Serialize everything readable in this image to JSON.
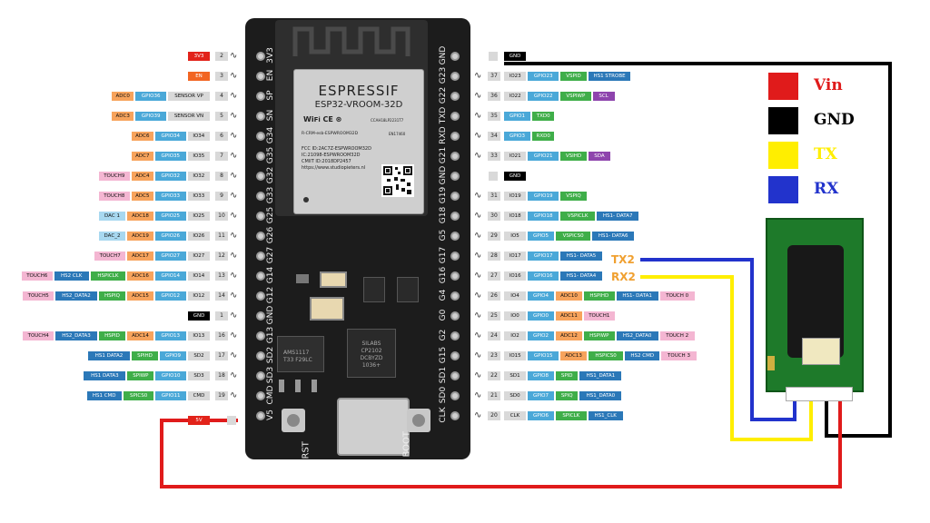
{
  "module": {
    "brand": "ESPRESSIF",
    "model": "ESP32-VROOM-32D",
    "fcc": "FCC ID:2AC7Z-ESPWROOM32D",
    "ic": "IC:21098-ESPWROOM32D",
    "cmiit": "CMIIT ID:2018DP2457",
    "url": "https://www.studiopieters.nl",
    "cert": "R-CRM-esb-ESPWROOM32D",
    "ccah": "CCAH18LP2231T7",
    "ts": "EN17460"
  },
  "board_labels": {
    "rst": "RST",
    "boot": "BOOT",
    "chip": "SILABS\nCP2102\nDCBYZD\n1036+",
    "regulator": "AMS1117\nT33 F29LC"
  },
  "left_header": [
    "3V3",
    "EN",
    "SP",
    "SN",
    "G34",
    "G35",
    "G32",
    "G33",
    "G25",
    "G26",
    "G27",
    "G14",
    "G12",
    "GND",
    "G13",
    "SD2",
    "SD3",
    "CMD",
    "V5"
  ],
  "right_header": [
    "GND",
    "G23",
    "G22",
    "TXD",
    "RXD",
    "G21",
    "GND",
    "G19",
    "G18",
    "G5",
    "G17",
    "G16",
    "G4",
    "G0",
    "G2",
    "G15",
    "SD1",
    "SD0",
    "CLK"
  ],
  "left_rows": [
    {
      "num": "2",
      "labels": [
        {
          "t": "3V3",
          "c": "#e2231a"
        }
      ]
    },
    {
      "num": "3",
      "labels": [
        {
          "t": "EN",
          "c": "#f26522"
        }
      ]
    },
    {
      "num": "4",
      "labels": [
        {
          "t": "ADC0",
          "c": "#f7a35c"
        },
        {
          "t": "GPIO36",
          "c": "#4aa8d8"
        },
        {
          "t": "SENSOR VP",
          "c": "#d9d9d9"
        }
      ]
    },
    {
      "num": "5",
      "labels": [
        {
          "t": "ADC3",
          "c": "#f7a35c"
        },
        {
          "t": "GPIO39",
          "c": "#4aa8d8"
        },
        {
          "t": "SENSOR VN",
          "c": "#d9d9d9"
        }
      ]
    },
    {
      "num": "6",
      "labels": [
        {
          "t": "ADC6",
          "c": "#f7a35c"
        },
        {
          "t": "GPIO34",
          "c": "#4aa8d8"
        },
        {
          "t": "IO34",
          "c": "#d9d9d9"
        }
      ]
    },
    {
      "num": "7",
      "labels": [
        {
          "t": "ADC7",
          "c": "#f7a35c"
        },
        {
          "t": "GPIO35",
          "c": "#4aa8d8"
        },
        {
          "t": "IO35",
          "c": "#d9d9d9"
        }
      ]
    },
    {
      "num": "8",
      "labels": [
        {
          "t": "TOUCH9",
          "c": "#f4b6d2"
        },
        {
          "t": "ADC4",
          "c": "#f7a35c"
        },
        {
          "t": "GPIO32",
          "c": "#4aa8d8"
        },
        {
          "t": "IO32",
          "c": "#d9d9d9"
        }
      ]
    },
    {
      "num": "9",
      "labels": [
        {
          "t": "TOUCH8",
          "c": "#f4b6d2"
        },
        {
          "t": "ADC5",
          "c": "#f7a35c"
        },
        {
          "t": "GPIO33",
          "c": "#4aa8d8"
        },
        {
          "t": "IO33",
          "c": "#d9d9d9"
        }
      ]
    },
    {
      "num": "10",
      "labels": [
        {
          "t": "DAC 1",
          "c": "#a8d8f0"
        },
        {
          "t": "ADC18",
          "c": "#f7a35c"
        },
        {
          "t": "GPIO25",
          "c": "#4aa8d8"
        },
        {
          "t": "IO25",
          "c": "#d9d9d9"
        }
      ]
    },
    {
      "num": "11",
      "labels": [
        {
          "t": "DAC_2",
          "c": "#a8d8f0"
        },
        {
          "t": "ADC19",
          "c": "#f7a35c"
        },
        {
          "t": "GPIO26",
          "c": "#4aa8d8"
        },
        {
          "t": "IO26",
          "c": "#d9d9d9"
        }
      ]
    },
    {
      "num": "12",
      "labels": [
        {
          "t": "TOUCH7",
          "c": "#f4b6d2"
        },
        {
          "t": "ADC17",
          "c": "#f7a35c"
        },
        {
          "t": "GPIO27",
          "c": "#4aa8d8"
        },
        {
          "t": "IO27",
          "c": "#d9d9d9"
        }
      ]
    },
    {
      "num": "13",
      "labels": [
        {
          "t": "TOUCH6",
          "c": "#f4b6d2"
        },
        {
          "t": "HS2 CLK",
          "c": "#2b78b8"
        },
        {
          "t": "HSPICLK",
          "c": "#3fae49"
        },
        {
          "t": "ADC16",
          "c": "#f7a35c"
        },
        {
          "t": "GPIO14",
          "c": "#4aa8d8"
        },
        {
          "t": "IO14",
          "c": "#d9d9d9"
        }
      ]
    },
    {
      "num": "14",
      "labels": [
        {
          "t": "TOUCH5",
          "c": "#f4b6d2"
        },
        {
          "t": "HS2_DATA2",
          "c": "#2b78b8"
        },
        {
          "t": "HSPIQ",
          "c": "#3fae49"
        },
        {
          "t": "ADC15",
          "c": "#f7a35c"
        },
        {
          "t": "GPIO12",
          "c": "#4aa8d8"
        },
        {
          "t": "IO12",
          "c": "#d9d9d9"
        }
      ]
    },
    {
      "num": "1",
      "labels": [
        {
          "t": "GND",
          "c": "#000000"
        }
      ]
    },
    {
      "num": "16",
      "labels": [
        {
          "t": "TOUCH4",
          "c": "#f4b6d2"
        },
        {
          "t": "HS2_DATA3",
          "c": "#2b78b8"
        },
        {
          "t": "HSPID",
          "c": "#3fae49"
        },
        {
          "t": "ADC14",
          "c": "#f7a35c"
        },
        {
          "t": "GPIO13",
          "c": "#4aa8d8"
        },
        {
          "t": "IO13",
          "c": "#d9d9d9"
        }
      ]
    },
    {
      "num": "17",
      "labels": [
        {
          "t": "HS1 DATA2",
          "c": "#2b78b8"
        },
        {
          "t": "SPIHD",
          "c": "#3fae49"
        },
        {
          "t": "GPIO9",
          "c": "#4aa8d8"
        },
        {
          "t": "SD2",
          "c": "#d9d9d9"
        }
      ]
    },
    {
      "num": "18",
      "labels": [
        {
          "t": "HS1 DATA3",
          "c": "#2b78b8"
        },
        {
          "t": "SPIWP",
          "c": "#3fae49"
        },
        {
          "t": "GPIO10",
          "c": "#4aa8d8"
        },
        {
          "t": "SD3",
          "c": "#d9d9d9"
        }
      ]
    },
    {
      "num": "19",
      "labels": [
        {
          "t": "HS1 CMD",
          "c": "#2b78b8"
        },
        {
          "t": "SPICS0",
          "c": "#3fae49"
        },
        {
          "t": "GPIO11",
          "c": "#4aa8d8"
        },
        {
          "t": "CMD",
          "c": "#d9d9d9"
        }
      ]
    },
    {
      "num": "",
      "labels": [
        {
          "t": "5V",
          "c": "#e2231a"
        }
      ]
    }
  ],
  "right_rows": [
    {
      "num": "",
      "labels": [
        {
          "t": "GND",
          "c": "#000000"
        }
      ]
    },
    {
      "num": "37",
      "labels": [
        {
          "t": "IO23",
          "c": "#d9d9d9"
        },
        {
          "t": "GPIO23",
          "c": "#4aa8d8"
        },
        {
          "t": "VSPID",
          "c": "#3fae49"
        },
        {
          "t": "HS1 STROBE",
          "c": "#2b78b8"
        }
      ]
    },
    {
      "num": "36",
      "labels": [
        {
          "t": "IO22",
          "c": "#d9d9d9"
        },
        {
          "t": "GPIO22",
          "c": "#4aa8d8"
        },
        {
          "t": "VSPIWP",
          "c": "#3fae49"
        },
        {
          "t": "SCL",
          "c": "#8e44ad"
        }
      ]
    },
    {
      "num": "35",
      "labels": [
        {
          "t": "GPIO1",
          "c": "#4aa8d8"
        },
        {
          "t": "TXD0",
          "c": "#3fae49"
        }
      ]
    },
    {
      "num": "34",
      "labels": [
        {
          "t": "GPIO3",
          "c": "#4aa8d8"
        },
        {
          "t": "RXD0",
          "c": "#3fae49"
        }
      ]
    },
    {
      "num": "33",
      "labels": [
        {
          "t": "IO21",
          "c": "#d9d9d9"
        },
        {
          "t": "GPIO21",
          "c": "#4aa8d8"
        },
        {
          "t": "VSIHD",
          "c": "#3fae49"
        },
        {
          "t": "SDA",
          "c": "#8e44ad"
        }
      ]
    },
    {
      "num": "",
      "labels": [
        {
          "t": "GND",
          "c": "#000000"
        }
      ]
    },
    {
      "num": "31",
      "labels": [
        {
          "t": "IO19",
          "c": "#d9d9d9"
        },
        {
          "t": "GPIO19",
          "c": "#4aa8d8"
        },
        {
          "t": "VSPIQ",
          "c": "#3fae49"
        }
      ]
    },
    {
      "num": "30",
      "labels": [
        {
          "t": "IO18",
          "c": "#d9d9d9"
        },
        {
          "t": "GPIO18",
          "c": "#4aa8d8"
        },
        {
          "t": "VSPICLK",
          "c": "#3fae49"
        },
        {
          "t": "HS1- DATA7",
          "c": "#2b78b8"
        }
      ]
    },
    {
      "num": "29",
      "labels": [
        {
          "t": "IO5",
          "c": "#d9d9d9"
        },
        {
          "t": "GPIO5",
          "c": "#4aa8d8"
        },
        {
          "t": "VSPICS0",
          "c": "#3fae49"
        },
        {
          "t": "HS1- DATA6",
          "c": "#2b78b8"
        }
      ]
    },
    {
      "num": "28",
      "labels": [
        {
          "t": "IO17",
          "c": "#d9d9d9"
        },
        {
          "t": "GPIO17",
          "c": "#4aa8d8"
        },
        {
          "t": "HS1- DATA5",
          "c": "#2b78b8"
        }
      ]
    },
    {
      "num": "27",
      "labels": [
        {
          "t": "IO16",
          "c": "#d9d9d9"
        },
        {
          "t": "GPIO16",
          "c": "#4aa8d8"
        },
        {
          "t": "HS1- DATA4",
          "c": "#2b78b8"
        }
      ]
    },
    {
      "num": "26",
      "labels": [
        {
          "t": "IO4",
          "c": "#d9d9d9"
        },
        {
          "t": "GPIO4",
          "c": "#4aa8d8"
        },
        {
          "t": "ADC10",
          "c": "#f7a35c"
        },
        {
          "t": "HSPIHD",
          "c": "#3fae49"
        },
        {
          "t": "HS1- DATA1",
          "c": "#2b78b8"
        },
        {
          "t": "TOUCH 0",
          "c": "#f4b6d2"
        }
      ]
    },
    {
      "num": "25",
      "labels": [
        {
          "t": "IO0",
          "c": "#d9d9d9"
        },
        {
          "t": "GPIO0",
          "c": "#4aa8d8"
        },
        {
          "t": "ADC11",
          "c": "#f7a35c"
        },
        {
          "t": "TOUCH1",
          "c": "#f4b6d2"
        }
      ]
    },
    {
      "num": "24",
      "labels": [
        {
          "t": "IO2",
          "c": "#d9d9d9"
        },
        {
          "t": "GPIO2",
          "c": "#4aa8d8"
        },
        {
          "t": "ADC12",
          "c": "#f7a35c"
        },
        {
          "t": "HSPIWP",
          "c": "#3fae49"
        },
        {
          "t": "HS2_DATA0",
          "c": "#2b78b8"
        },
        {
          "t": "TOUCH 2",
          "c": "#f4b6d2"
        }
      ]
    },
    {
      "num": "23",
      "labels": [
        {
          "t": "IO15",
          "c": "#d9d9d9"
        },
        {
          "t": "GPIO15",
          "c": "#4aa8d8"
        },
        {
          "t": "ADC13",
          "c": "#f7a35c"
        },
        {
          "t": "HSPICS0",
          "c": "#3fae49"
        },
        {
          "t": "HS2 CMD",
          "c": "#2b78b8"
        },
        {
          "t": "TOUCH 3",
          "c": "#f4b6d2"
        }
      ]
    },
    {
      "num": "22",
      "labels": [
        {
          "t": "SD1",
          "c": "#d9d9d9"
        },
        {
          "t": "GPIO8",
          "c": "#4aa8d8"
        },
        {
          "t": "SPID",
          "c": "#3fae49"
        },
        {
          "t": "HS1_DATA1",
          "c": "#2b78b8"
        }
      ]
    },
    {
      "num": "21",
      "labels": [
        {
          "t": "SD0",
          "c": "#d9d9d9"
        },
        {
          "t": "GPIO7",
          "c": "#4aa8d8"
        },
        {
          "t": "SPIQ",
          "c": "#3fae49"
        },
        {
          "t": "HS1_DATA0",
          "c": "#2b78b8"
        }
      ]
    },
    {
      "num": "20",
      "labels": [
        {
          "t": "CLK",
          "c": "#d9d9d9"
        },
        {
          "t": "GPIO6",
          "c": "#4aa8d8"
        },
        {
          "t": "SPICLK",
          "c": "#3fae49"
        },
        {
          "t": "HS1_CLK",
          "c": "#2b78b8"
        }
      ]
    }
  ],
  "legend": [
    {
      "text": "Vin",
      "swatch": "#e01b1b",
      "color": "#e01b1b"
    },
    {
      "text": "GND",
      "swatch": "#000000",
      "color": "#000000"
    },
    {
      "text": "TX",
      "swatch": "#ffee00",
      "color": "#ffee00"
    },
    {
      "text": "RX",
      "swatch": "#2233cc",
      "color": "#2233cc"
    }
  ],
  "wire_labels": {
    "tx2": "TX2",
    "rx2": "RX2"
  },
  "wire_colors": {
    "red": "#e01b1b",
    "black": "#000000",
    "yellow": "#ffee00",
    "blue": "#2233cc"
  }
}
